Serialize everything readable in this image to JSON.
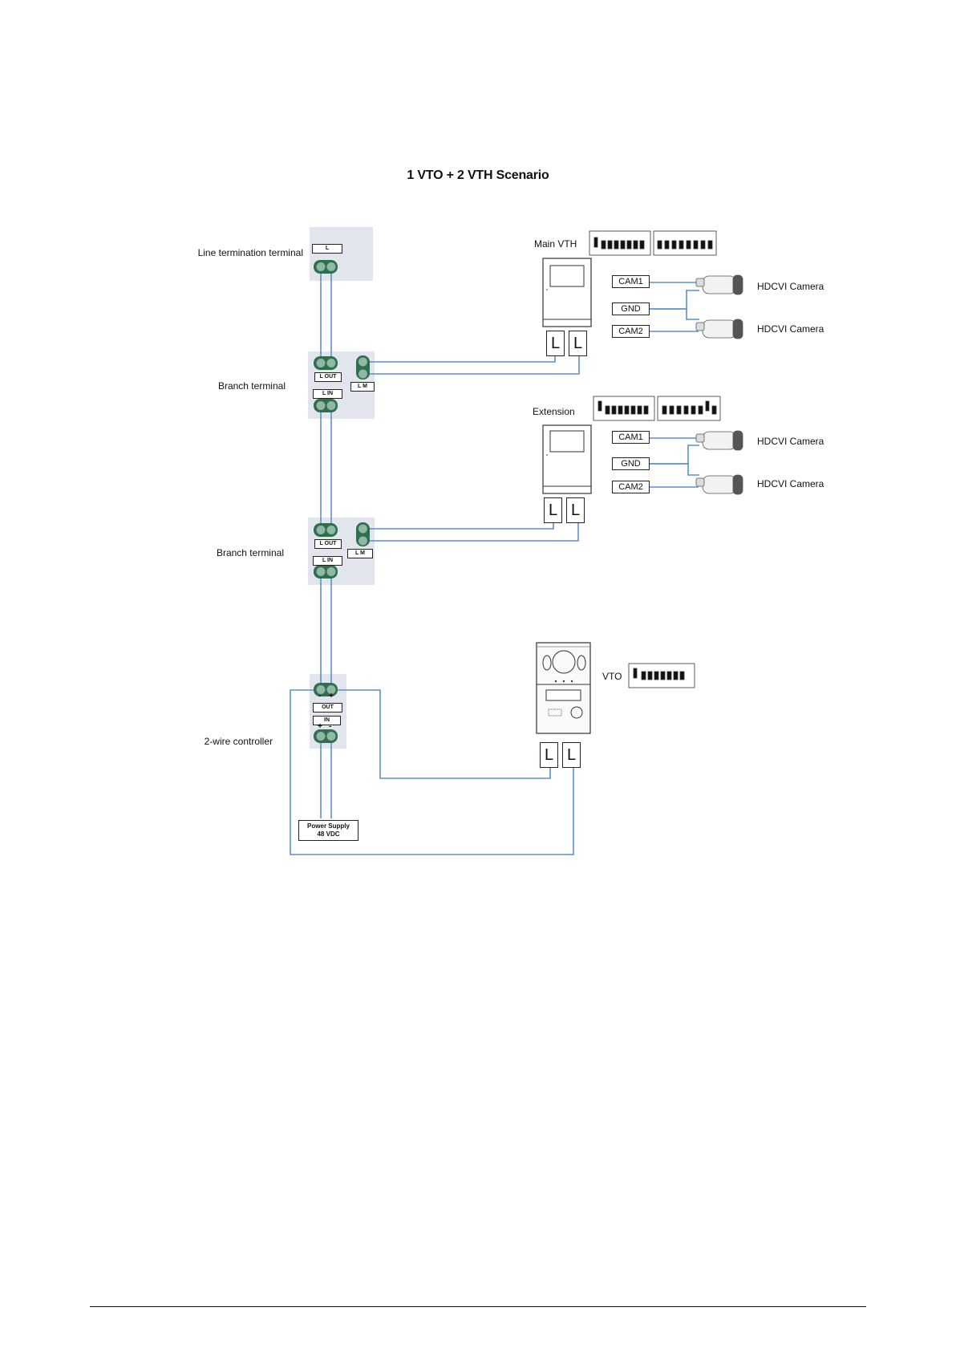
{
  "title": "1 VTO + 2 VTH Scenario",
  "labels": {
    "line_termination": "Line termination terminal",
    "branch_terminal_1": "Branch terminal",
    "branch_terminal_2": "Branch terminal",
    "controller": "2-wire controller",
    "main_vth": "Main VTH",
    "extension": "Extension",
    "vto": "VTO",
    "camera": "HDCVI Camera"
  },
  "terminal_tags": {
    "l": "L",
    "l_out": "L OUT",
    "l_in": "L   IN",
    "lm": "L M",
    "out": "OUT",
    "in": "IN"
  },
  "polarity": {
    "minus": "-",
    "plus": "+"
  },
  "device_ports": {
    "l": "L"
  },
  "camera_ports": {
    "cam1": "CAM1",
    "gnd": "GND",
    "cam2": "CAM2"
  },
  "power_supply": {
    "line1": "Power Supply",
    "line2": "48 VDC"
  },
  "colors": {
    "wire": "#5b8fd0",
    "panel": "#e3e5ee",
    "terminal": "#2f6e4e"
  }
}
